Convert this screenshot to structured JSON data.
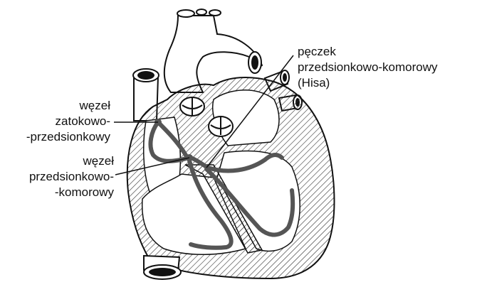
{
  "labels": {
    "sa_node": [
      "węzeł",
      "zatokowo-",
      "-przedsionkowy"
    ],
    "av_node": [
      "węzeł",
      "przedsionkowo-",
      "-komorowy"
    ],
    "his_bundle": [
      "pęczek",
      "przedsionkowo-komorowy",
      "(Hisa)"
    ]
  },
  "colors": {
    "outline": "#111111",
    "conduction": "#555555",
    "background": "#ffffff"
  }
}
